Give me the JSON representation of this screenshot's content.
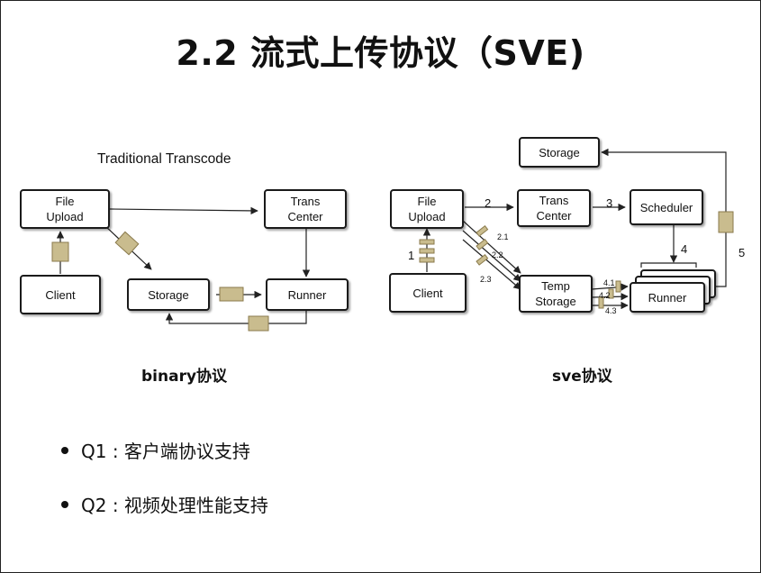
{
  "slide": {
    "title": "2.2 流式上传协议（SVE)",
    "subtitle": "Traditional Transcode"
  },
  "binary": {
    "file_upload": "File\nUpload",
    "trans_center": "Trans\nCenter",
    "client": "Client",
    "storage": "Storage",
    "runner": "Runner",
    "caption": "binary协议"
  },
  "sve": {
    "storage": "Storage",
    "file_upload": "File\nUpload",
    "trans_center": "Trans\nCenter",
    "scheduler": "Scheduler",
    "client": "Client",
    "temp_storage": "Temp\nStorage",
    "runner": "Runner",
    "caption": "sve协议",
    "labels": {
      "l1": "1",
      "l2": "2",
      "l3": "3",
      "l4": "4",
      "l5": "5",
      "l21": "2.1",
      "l22": "2.2",
      "l23": "2.3",
      "l41": "4.1",
      "l42": "4.2",
      "l43": "4.3"
    }
  },
  "bullets": [
    "Q1 : 客户端协议支持",
    "Q2 : 视频处理性能支持"
  ],
  "colors": {
    "packet_fill": "#c9bc8e",
    "packet_stroke": "#8a7a4c",
    "line": "#222222"
  }
}
